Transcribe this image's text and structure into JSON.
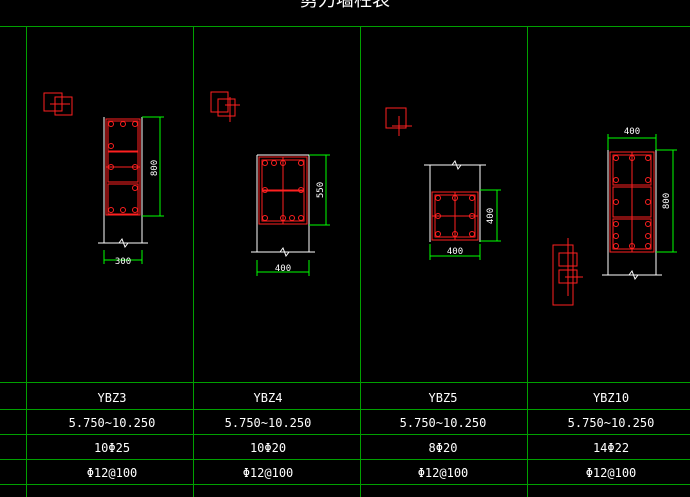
{
  "title": "剪力墙柱表",
  "colors": {
    "background": "#000000",
    "grid": "#00a000",
    "rebar": "#ff2020",
    "dimension": "#00ff00",
    "outline": "#ffffff",
    "text": "#ffffff"
  },
  "columns": [
    {
      "id": "YBZ3",
      "dim_width": "300",
      "dim_height": "800",
      "elevation": "5.750~10.250",
      "longitudinal": "10Φ25",
      "stirrup": "Φ12@100"
    },
    {
      "id": "YBZ4",
      "dim_width": "400",
      "dim_height": "550",
      "elevation": "5.750~10.250",
      "longitudinal": "10Φ20",
      "stirrup": "Φ12@100"
    },
    {
      "id": "YBZ5",
      "dim_width": "400",
      "dim_height": "400",
      "elevation": "5.750~10.250",
      "longitudinal": "8Φ20",
      "stirrup": "Φ12@100"
    },
    {
      "id": "YBZ10",
      "dim_width": "400",
      "dim_height": "800",
      "elevation": "5.750~10.250",
      "longitudinal": "14Φ22",
      "stirrup": "Φ12@100"
    }
  ]
}
